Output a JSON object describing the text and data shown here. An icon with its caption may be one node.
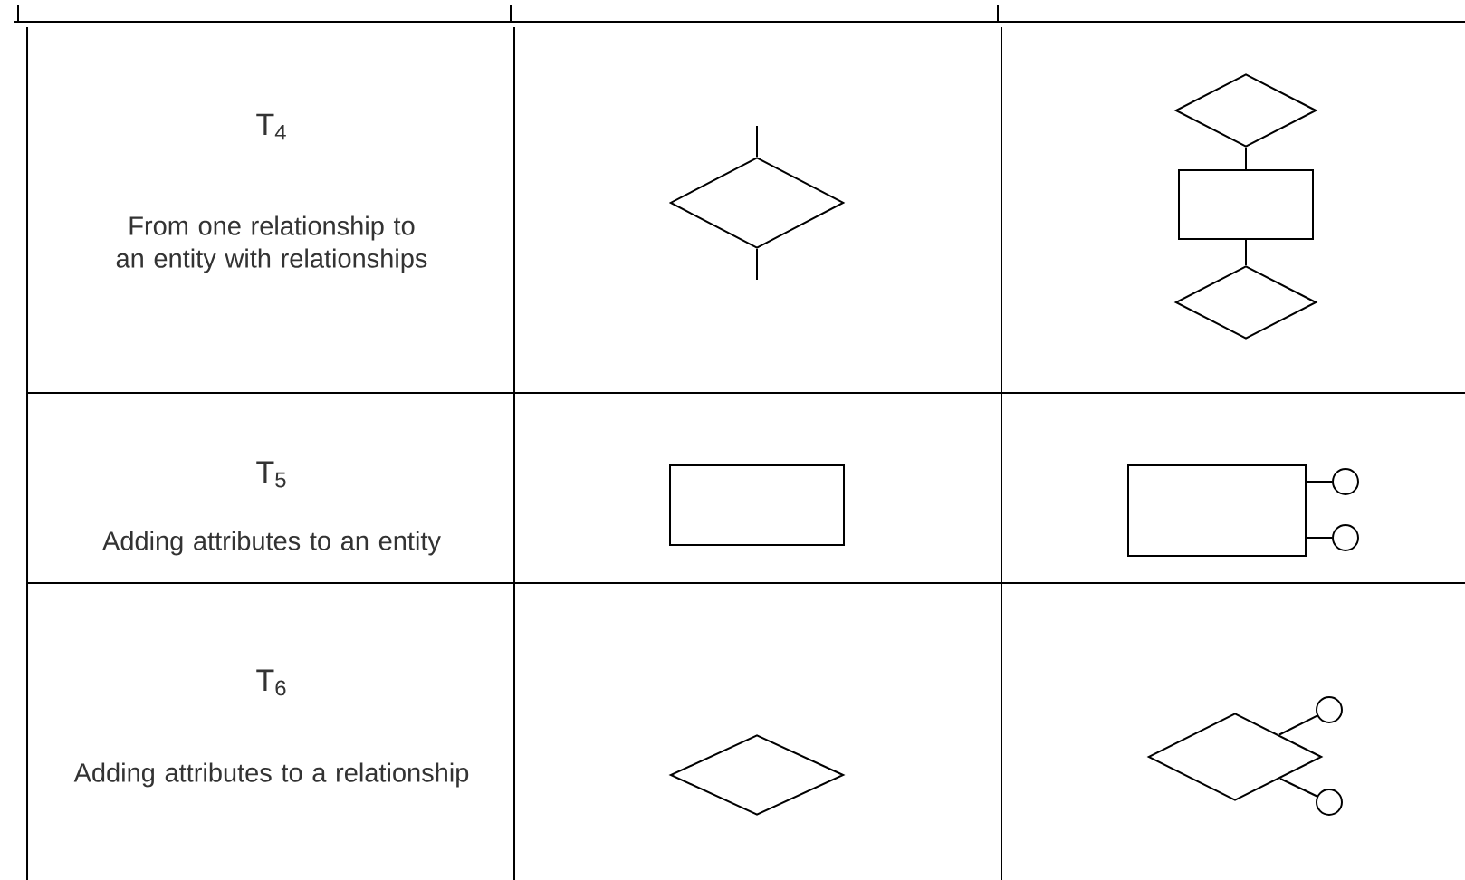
{
  "diagram": {
    "nodes": [
      {
        "text": [],
        "shape": "diamond"
      },
      {
        "text": [],
        "shape": "diamond"
      },
      {
        "text": [],
        "shape": "box"
      },
      {
        "text": [],
        "shape": "diamond"
      },
      {
        "text": [],
        "shape": "box"
      },
      {
        "text": [],
        "shape": "box"
      },
      {
        "text": [],
        "shape": "circle"
      },
      {
        "text": [],
        "shape": "circle"
      },
      {
        "text": [],
        "shape": "diamond"
      },
      {
        "text": [],
        "shape": "diamond"
      },
      {
        "text": [],
        "shape": "circle"
      },
      {
        "text": [],
        "shape": "circle"
      }
    ],
    "edges": [
      {
        "from": 0,
        "to": null,
        "arrow": "none"
      },
      {
        "from": 0,
        "to": null,
        "arrow": "none"
      },
      {
        "from": 1,
        "to": 2,
        "arrow": "none"
      },
      {
        "from": 2,
        "to": 3,
        "arrow": "none"
      },
      {
        "from": 5,
        "to": 6,
        "arrow": "none"
      },
      {
        "from": 5,
        "to": 7,
        "arrow": "none"
      },
      {
        "from": 9,
        "to": 10,
        "arrow": "none"
      },
      {
        "from": 9,
        "to": 11,
        "arrow": "none"
      }
    ],
    "labels": [
      "T$_{4}$",
      "From one relationship to an entity with relationships",
      "T$_{5}$",
      "Adding attributes to an entity",
      "T$_{6}$",
      "Adding attributes to a relationship"
    ]
  }
}
